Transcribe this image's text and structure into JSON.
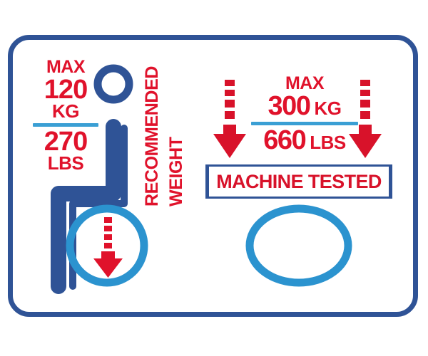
{
  "label": {
    "title": "Recommended Weight / Machine Tested Capacity Label",
    "border_color": "#2f5396",
    "accent_red": "#e0122b",
    "accent_light_blue": "#3a9fd4",
    "figure_blue": "#2f5396"
  },
  "left_panel": {
    "max_label": "MAX",
    "kg_value": "120",
    "kg_unit": "KG",
    "lbs_value": "270",
    "lbs_unit": "LBS",
    "vertical_line_1": "RECOMMENDED",
    "vertical_line_2": "WEIGHT",
    "icons": {
      "seated_person": "seated-person-icon",
      "wheel": "wheel-circle-icon",
      "load_arrow": "dashed-down-arrow-icon"
    }
  },
  "right_panel": {
    "max_label": "MAX",
    "kg_value": "300",
    "kg_unit": "KG",
    "lbs_value": "660",
    "lbs_unit": "LBS",
    "tested_label": "MACHINE TESTED",
    "icons": {
      "left_arrow": "dashed-down-arrow-icon",
      "right_arrow": "dashed-down-arrow-icon",
      "wheel": "wheel-circle-icon"
    }
  }
}
